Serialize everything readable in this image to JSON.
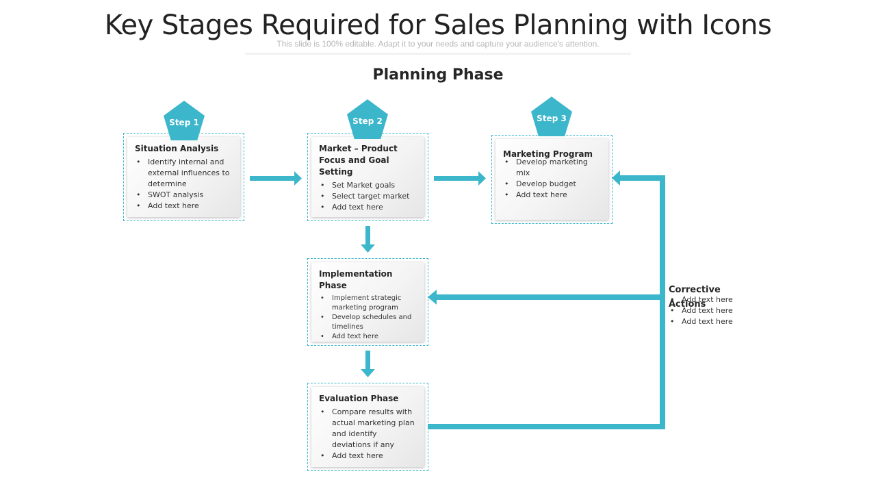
{
  "slide": {
    "title": "Key Stages Required for Sales Planning with Icons",
    "subtitle": "This slide is 100% editable. Adapt it to your needs and capture your audience's attention.",
    "phase_title": "Planning Phase"
  },
  "colors": {
    "accent": "#3cb6cb",
    "text": "#262626",
    "subtitle": "#b6b6b6"
  },
  "steps": [
    {
      "badge": "Step 1",
      "title": "Situation Analysis",
      "bullets": [
        "Identify internal and external influences to determine",
        "SWOT analysis",
        "Add text here"
      ]
    },
    {
      "badge": "Step 2",
      "title": "Market – Product Focus and Goal Setting",
      "bullets": [
        "Set Market goals",
        "Select target market",
        "Add text here"
      ]
    },
    {
      "badge": "Step 3",
      "title": "Marketing Program",
      "bullets": [
        "Develop marketing mix",
        "Develop budget",
        "Add text here"
      ]
    }
  ],
  "implementation": {
    "title": "Implementation Phase",
    "bullets": [
      "Implement strategic marketing program",
      "Develop schedules and timelines",
      "Add text here"
    ]
  },
  "evaluation": {
    "title": "Evaluation Phase",
    "bullets": [
      "Compare results with actual marketing plan and identify deviations if any",
      "Add text here"
    ]
  },
  "corrective": {
    "title": "Corrective Actions",
    "bullets": [
      "Add text here",
      "Add text here",
      "Add text here"
    ]
  }
}
